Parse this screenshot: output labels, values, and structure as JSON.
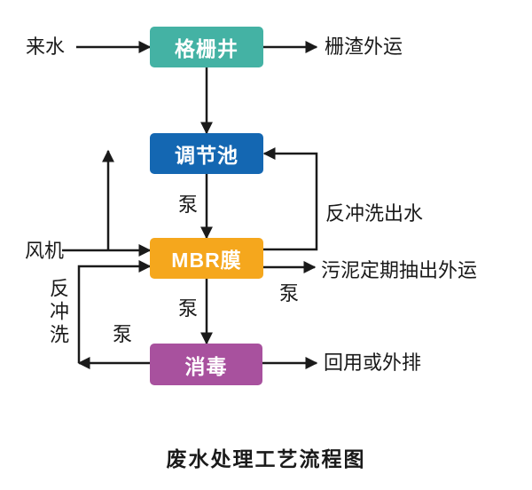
{
  "title": "废水处理工艺流程图",
  "colors": {
    "grid_well": "#44B2A4",
    "regulating_tank": "#1467B2",
    "mbr_membrane": "#F5A71D",
    "disinfection": "#A8519E",
    "line": "#1A1A1A"
  },
  "nodes": {
    "grid_well": {
      "label": "格栅井",
      "color": "#44B2A4"
    },
    "regulating_tank": {
      "label": "调节池",
      "color": "#1467B2"
    },
    "mbr_membrane": {
      "label": "MBR膜",
      "color": "#F5A71D"
    },
    "disinfection": {
      "label": "消毒",
      "color": "#A8519E"
    }
  },
  "labels": {
    "incoming_water": "来水",
    "grid_residue_out": "栅渣外运",
    "pump_regulating_to_mbr": "泵",
    "backwash_outlet_water": "反冲洗出水",
    "fan": "风机",
    "sludge_periodic_removal": "污泥定期抽出外运",
    "pump_sludge": "泵",
    "pump_mbr_to_disinfection": "泵",
    "backwash": "反冲洗",
    "pump_backwash": "泵",
    "reuse_or_discharge": "回用或外排"
  }
}
